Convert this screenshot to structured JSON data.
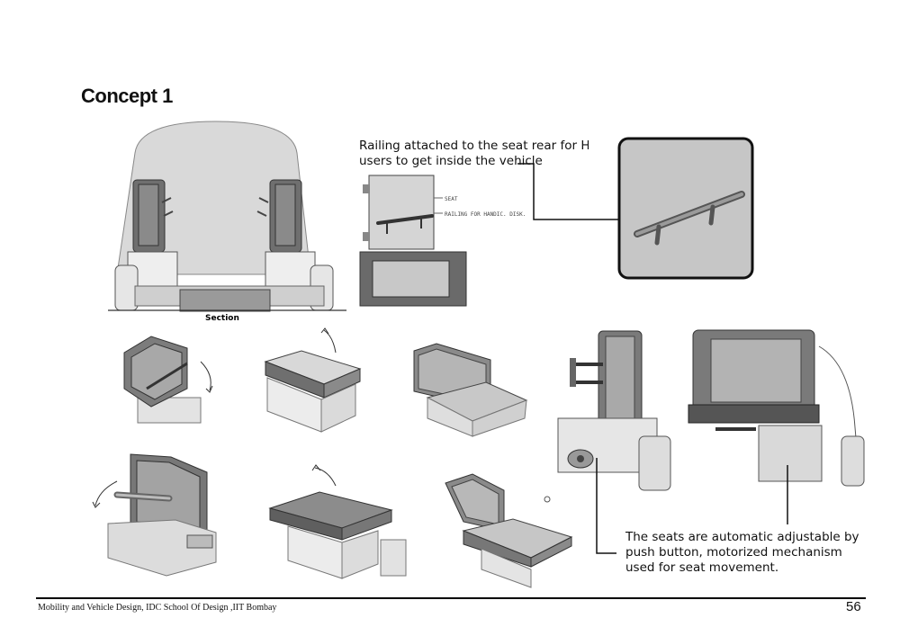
{
  "page": {
    "title": "Concept 1",
    "section_label": "Section",
    "handwritten_label_seat": "SEAT",
    "handwritten_label_railing": "RAILING FOR HANDIC. DISK.",
    "note_railing": [
      "Railing attached to the seat rear for Handica",
      "users to get inside the vehicle"
    ],
    "note_seats": [
      "The seats are automatic adjustable by",
      "push button, motorized mechanism",
      "used for seat movement."
    ],
    "footer_text": "Mobility and Vehicle Design, IDC School Of Design ,IIT Bombay",
    "page_number": "56"
  },
  "icons": [
    "rotate-arrow-icon"
  ]
}
